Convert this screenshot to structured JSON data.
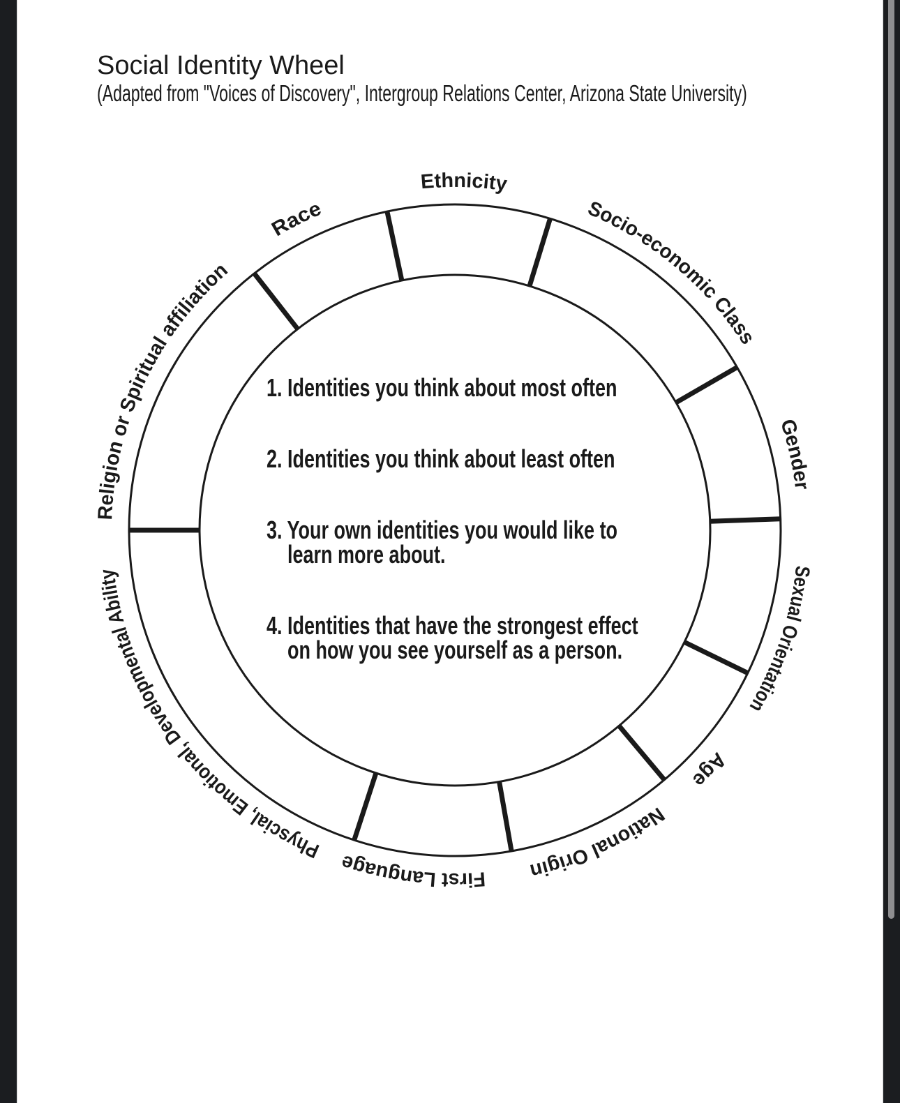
{
  "header": {
    "title": "Social Identity Wheel",
    "subtitle": "(Adapted from \"Voices of Discovery\", Intergroup Relations Center, Arizona State University)"
  },
  "wheel": {
    "labels": [
      "Ethnicity",
      "Socio-economic Class",
      "Gender",
      "Sexual Orientation",
      "Age",
      "National Origin",
      "First Language",
      "Physcial, Emotional, Developmental Ability",
      "Religion or Spiritual affiliation",
      "Race"
    ],
    "instructions": [
      {
        "line1": "1. Identities you think about most often",
        "line2": ""
      },
      {
        "line1": "2. Identities you think about least often",
        "line2": ""
      },
      {
        "line1": "3. Your own identities you would like to",
        "line2": "learn more about."
      },
      {
        "line1": "4. Identities that have the strongest effect",
        "line2": "on how you see yourself as a person."
      }
    ]
  },
  "colors": {
    "ink": "#1a1a1a",
    "page_bg": "#ffffff",
    "viewer_bar": "#1b1d20",
    "scrollbar_thumb": "#8e8e90",
    "edge_separator": "#ededed"
  }
}
